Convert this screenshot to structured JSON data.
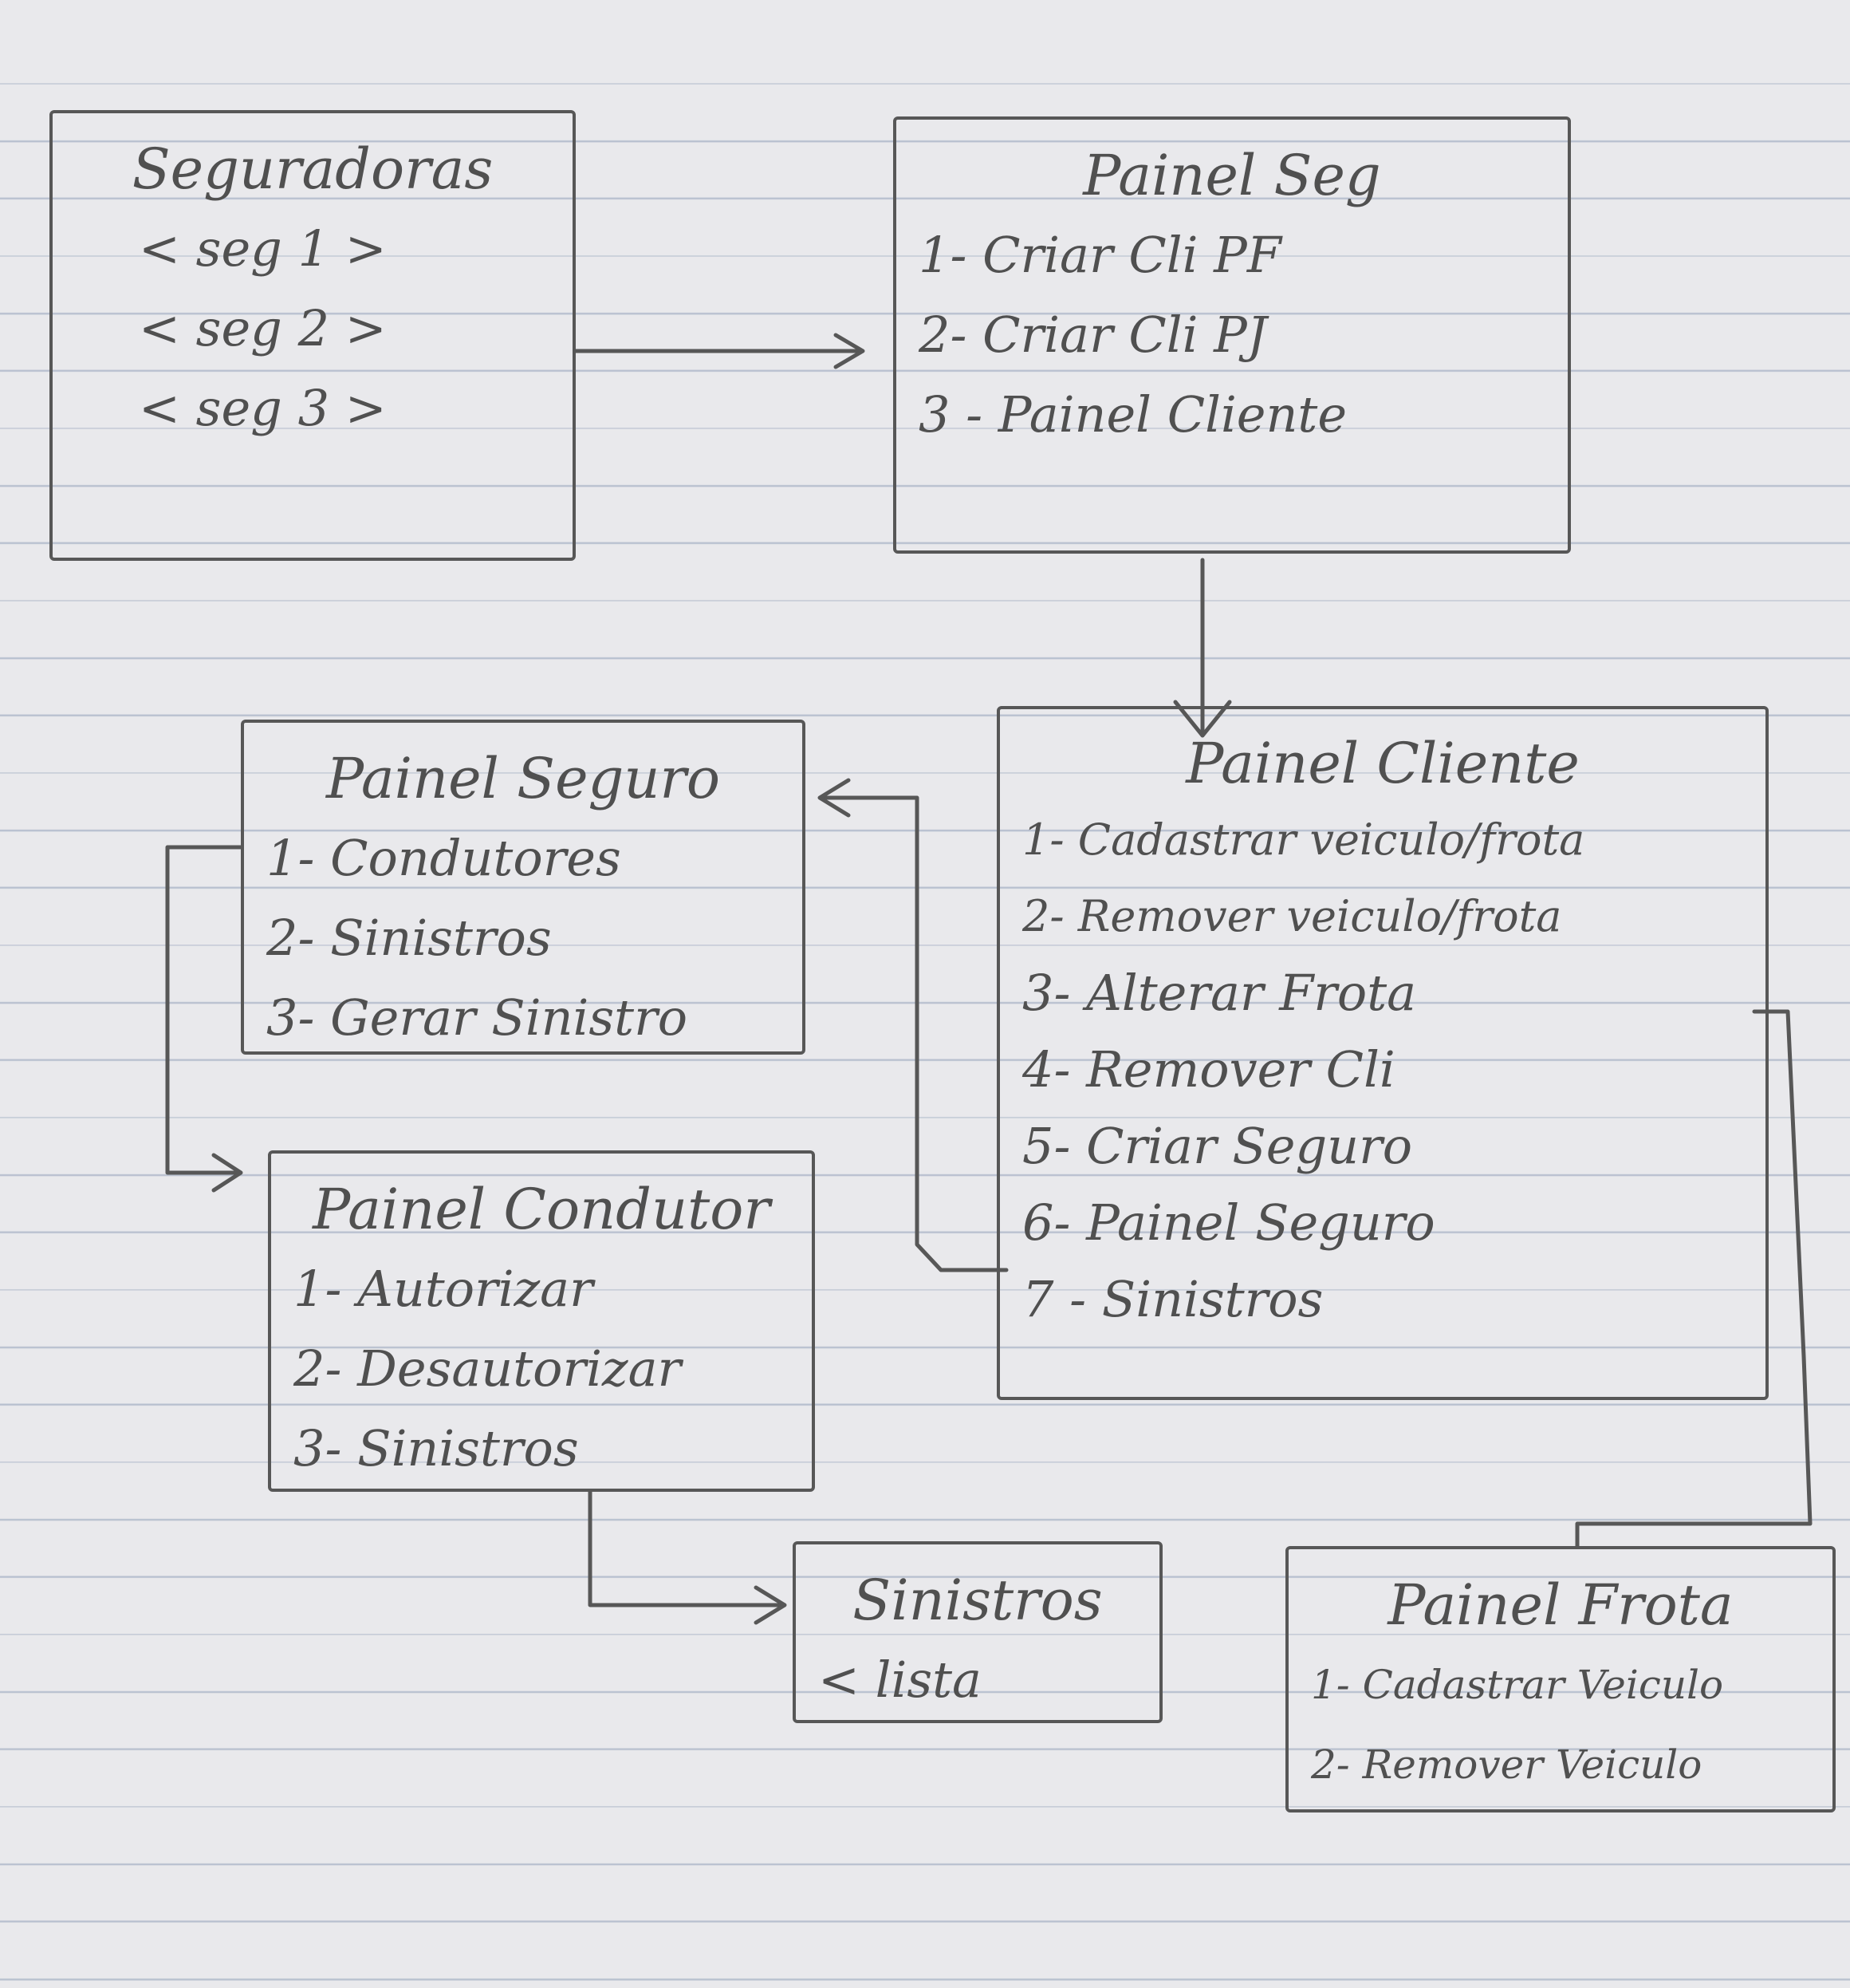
{
  "boxes": {
    "seguradoras": {
      "title": "Seguradoras",
      "items": [
        "< seg 1 >",
        "< seg 2 >",
        "< seg 3 >"
      ]
    },
    "painel_seg": {
      "title": "Painel Seg",
      "items": [
        "1- Criar Cli PF",
        "2- Criar Cli PJ",
        "3 - Painel Cliente"
      ]
    },
    "painel_seguro": {
      "title": "Painel Seguro",
      "items": [
        "1- Condutores",
        "2- Sinistros",
        "3- Gerar Sinistro"
      ]
    },
    "painel_cliente": {
      "title": "Painel Cliente",
      "items": [
        "1- Cadastrar veiculo/frota",
        "2- Remover veiculo/frota",
        "3- Alterar Frota",
        "4- Remover Cli",
        "5- Criar Seguro",
        "6- Painel Seguro",
        "7 - Sinistros"
      ]
    },
    "painel_condutor": {
      "title": "Painel Condutor",
      "items": [
        "1- Autorizar",
        "2- Desautorizar",
        "3- Sinistros"
      ]
    },
    "sinistros": {
      "title": "Sinistros",
      "items": [
        "< lista"
      ]
    },
    "painel_frota": {
      "title": "Painel Frota",
      "items": [
        "1- Cadastrar Veiculo",
        "2- Remover Veiculo"
      ]
    }
  },
  "arrows": [
    {
      "from": "seguradoras",
      "to": "painel_seg"
    },
    {
      "from": "painel_seg",
      "to": "painel_cliente"
    },
    {
      "from": "painel_cliente",
      "to": "painel_seguro"
    },
    {
      "from": "painel_seguro",
      "to": "painel_condutor"
    },
    {
      "from": "painel_condutor",
      "to": "sinistros"
    },
    {
      "from": "painel_cliente",
      "to": "painel_frota"
    }
  ]
}
